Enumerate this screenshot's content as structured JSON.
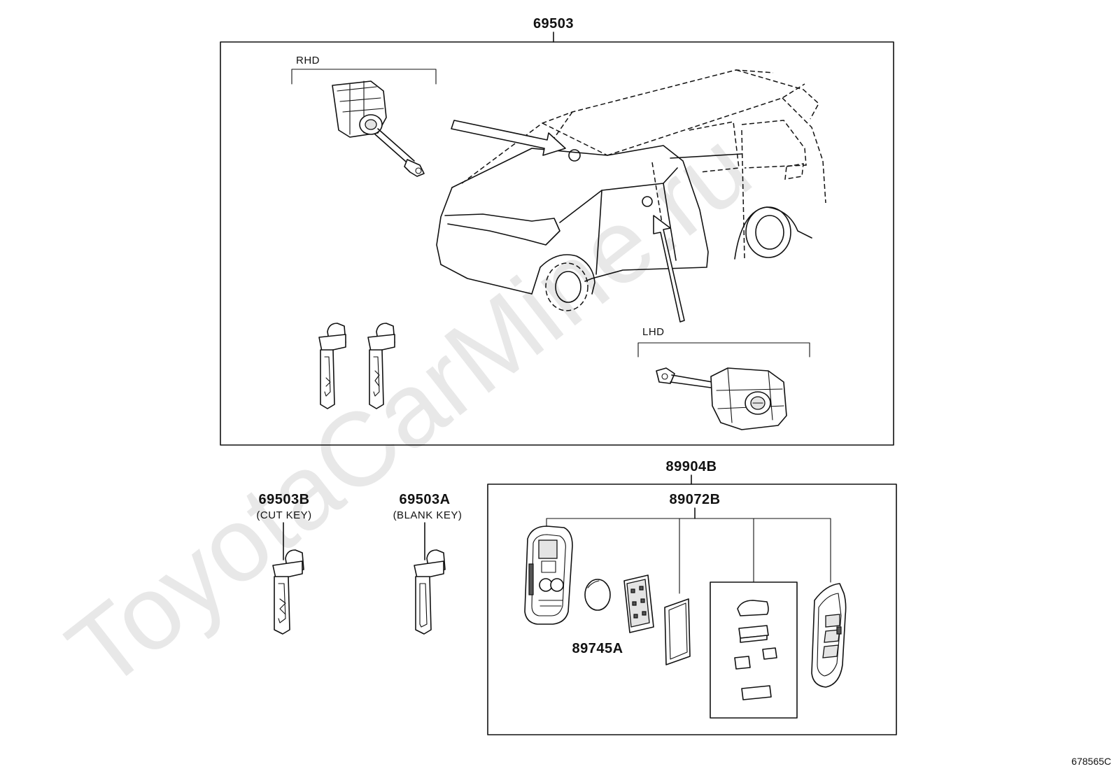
{
  "watermark": "ToyotaCarMine.ru",
  "diagram_id": "678565C",
  "labels": {
    "p69503": "69503",
    "rhd": "RHD",
    "lhd": "LHD",
    "p89904B": "89904B",
    "p89072B": "89072B",
    "p69503B": "69503B",
    "p69503B_note": "(CUT KEY)",
    "p69503A": "69503A",
    "p69503A_note": "(BLANK KEY)",
    "p89745A": "89745A"
  }
}
